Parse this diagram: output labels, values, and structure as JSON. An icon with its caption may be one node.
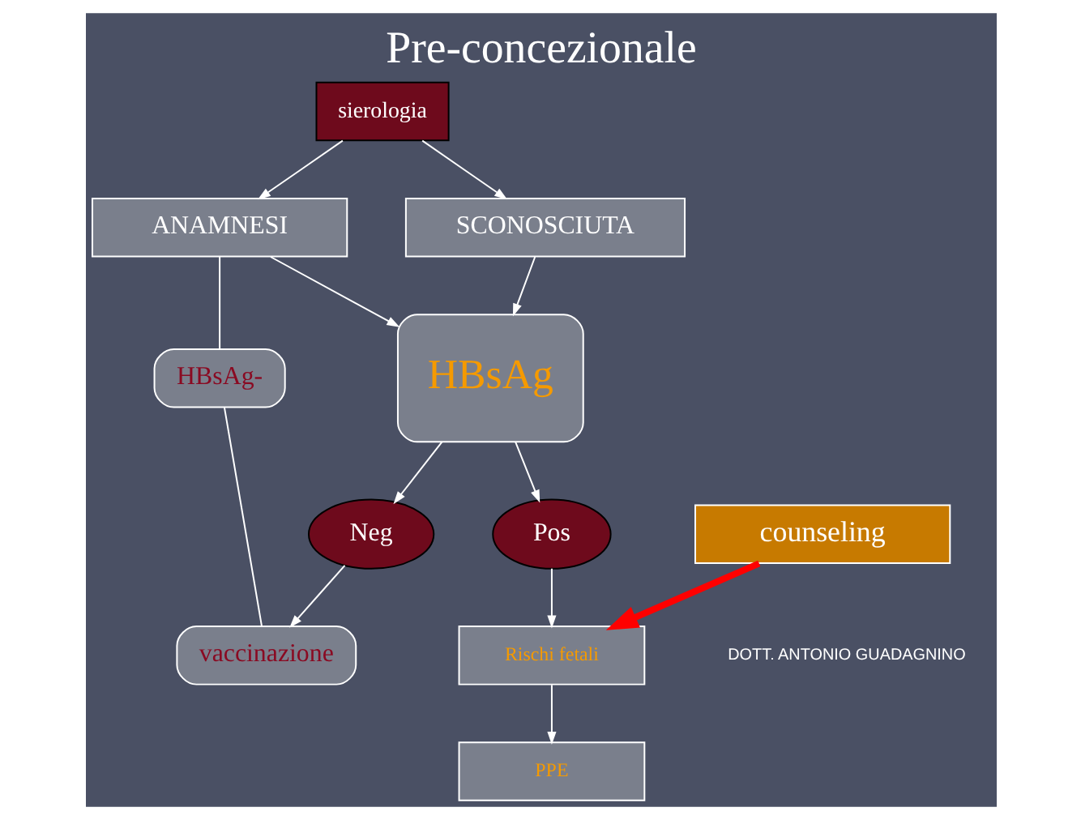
{
  "diagram": {
    "title": "Pre-concezionale",
    "nodes": [
      {
        "text": [
          "sierologia"
        ]
      },
      {
        "text": [
          "SCONOSCIUTA"
        ]
      },
      {
        "text": [
          "ANAMNESI"
        ]
      },
      {
        "text": [
          "HBsAg"
        ]
      },
      {
        "text": [
          "HBsAg-"
        ]
      },
      {
        "text": [
          "PPE"
        ]
      },
      {
        "text": [
          "vaccinazione"
        ]
      },
      {
        "text": [
          "Rischi fetali"
        ]
      },
      {
        "text": [
          "Pos"
        ]
      },
      {
        "text": [
          "Neg"
        ]
      },
      {
        "text": [
          "counseling"
        ]
      }
    ],
    "edges": [
      {
        "from": 0,
        "to": 1,
        "arrow": "to"
      },
      {
        "from": 0,
        "to": 2,
        "arrow": "to"
      },
      {
        "from": 1,
        "to": 3,
        "arrow": "to"
      },
      {
        "from": 2,
        "to": 3,
        "arrow": "to"
      },
      {
        "from": 2,
        "to": 4,
        "arrow": "none"
      },
      {
        "from": 4,
        "to": 6,
        "arrow": "none"
      },
      {
        "from": 3,
        "to": 8,
        "arrow": "to"
      },
      {
        "from": 3,
        "to": 9,
        "arrow": "to"
      },
      {
        "from": 9,
        "to": 6,
        "arrow": "to"
      },
      {
        "from": 8,
        "to": 7,
        "arrow": "to"
      },
      {
        "from": 7,
        "to": 5,
        "arrow": "to"
      },
      {
        "from": 10,
        "to": 7,
        "arrow": "to",
        "style": "thick",
        "color": "#ff0000"
      }
    ],
    "labels": [
      "DOTT. ANTONIO GUADAGNINO"
    ]
  }
}
